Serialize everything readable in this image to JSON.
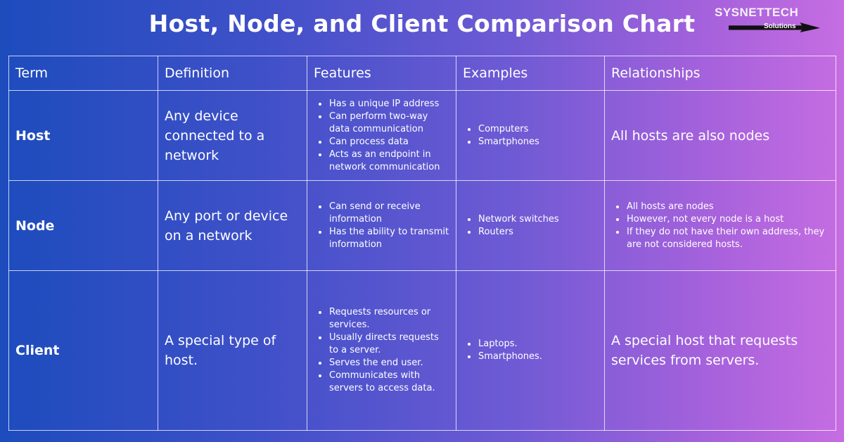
{
  "title": "Host, Node, and Client Comparison Chart",
  "logo": {
    "brand": "SYSNETTECH",
    "sub": "Solutions"
  },
  "headers": [
    "Term",
    "Definition",
    "Features",
    "Examples",
    "Relationships"
  ],
  "rows": [
    {
      "term": "Host",
      "definition": "Any device connected to a network",
      "features": [
        "Has a unique IP address",
        "Can perform two-way data communication",
        "Can process data",
        "Acts as an endpoint in network communication"
      ],
      "examples": [
        "Computers",
        "Smartphones"
      ],
      "relationship": "All hosts are also nodes",
      "relationship_list": []
    },
    {
      "term": "Node",
      "definition": "Any port or device on a network",
      "features": [
        "Can send or receive information",
        "Has the ability to transmit information"
      ],
      "examples": [
        "Network switches",
        "Routers"
      ],
      "relationship": "",
      "relationship_list": [
        "All hosts are nodes",
        "However, not every node is a host",
        "If they do not have their own address, they are not considered hosts."
      ]
    },
    {
      "term": "Client",
      "definition": "A special type of host.",
      "features": [
        "Requests resources or services.",
        "Usually directs requests to a server.",
        "Serves the end user.",
        "Communicates with servers to access data."
      ],
      "examples": [
        "Laptops.",
        "Smartphones."
      ],
      "relationship": "A special host that requests services from servers.",
      "relationship_list": []
    }
  ]
}
